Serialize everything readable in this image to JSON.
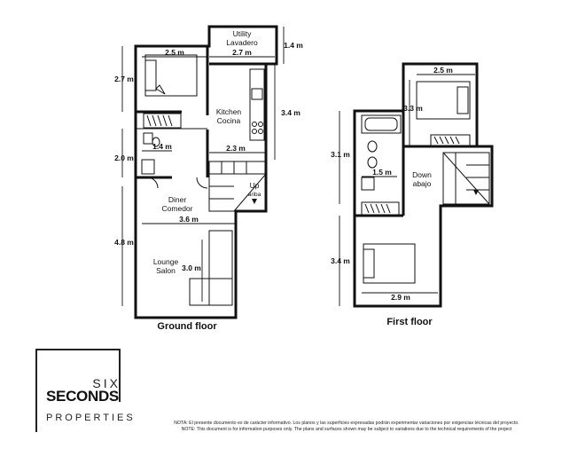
{
  "ground_floor": {
    "title": "Ground floor",
    "rooms": {
      "utility": "Utility",
      "utility_es": "Lavadero",
      "kitchen": "Kitchen",
      "kitchen_es": "Cocina",
      "diner": "Diner",
      "diner_es": "Comedor",
      "lounge": "Lounge",
      "lounge_es": "Salon",
      "up": "Up",
      "up_es": "ariba"
    },
    "dimensions": {
      "utility_height": "1.4 m",
      "utility_width": "2.7 m",
      "bedroom_width": "2.5 m",
      "bedroom_height": "2.7 m",
      "kitchen_height": "3.4 m",
      "kitchen_width": "2.3 m",
      "bath_height": "2.0 m",
      "bath_width": "1.4 m",
      "diner_width": "3.6 m",
      "lounge_height": "4.8 m",
      "lounge_width": "3.0 m"
    }
  },
  "first_floor": {
    "title": "First floor",
    "rooms": {
      "down": "Down",
      "down_es": "abajo"
    },
    "dimensions": {
      "bedroom1_width": "2.5 m",
      "bedroom1_height": "3.3 m",
      "bath_height": "3.1 m",
      "bath_width": "1.5 m",
      "bedroom2_height": "3.4 m",
      "bedroom2_width": "2.9 m"
    }
  },
  "brand": {
    "six": "SIX",
    "seconds": "SECONDS",
    "properties": "PROPERTIES"
  },
  "note": {
    "es": "NOTA: El presente documento es de carácter informativo. Los planos y las superficies expresadas podrán experimentar variaciones por exigencias técnicas del proyecto.",
    "en": "NOTE: This document is for information purposes only. The plans and surfaces shown may be subject to variations due to the technical requirements of the project"
  }
}
